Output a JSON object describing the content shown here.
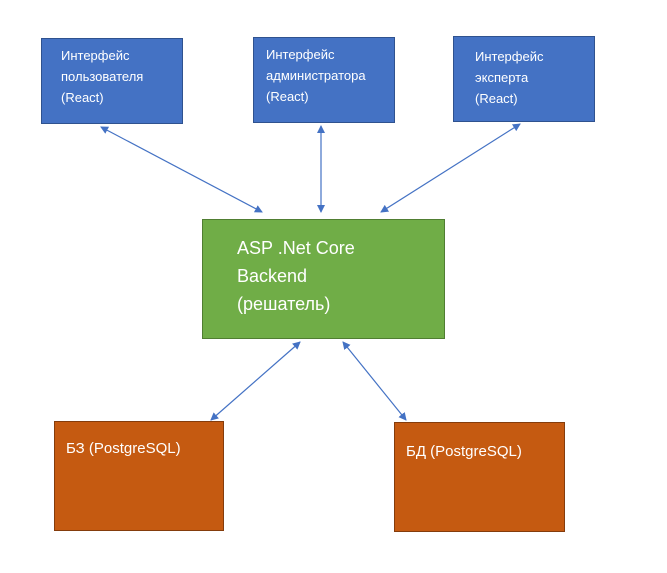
{
  "colors": {
    "interface": "#4472c4",
    "interface_border": "#2f528f",
    "backend": "#70ad47",
    "backend_border": "#507e32",
    "storage": "#c55a11",
    "storage_border": "#843c0c",
    "arrow": "#4472c4",
    "text": "#ffffff"
  },
  "interfaces": [
    {
      "lines": [
        "Интерфейс",
        "пользователя",
        "(React)"
      ]
    },
    {
      "lines": [
        "Интерфейс",
        "администратора",
        "(React)"
      ]
    },
    {
      "lines": [
        "Интерфейс",
        "эксперта",
        "(React)"
      ]
    }
  ],
  "backend": {
    "lines": [
      "ASP .Net Core",
      "Backend",
      "(решатель)"
    ]
  },
  "storages": [
    {
      "label": "БЗ (PostgreSQL)"
    },
    {
      "label": "БД (PostgreSQL)"
    }
  ],
  "connections": [
    {
      "from": "interface-user",
      "to": "backend",
      "direction": "bidirectional"
    },
    {
      "from": "interface-admin",
      "to": "backend",
      "direction": "bidirectional"
    },
    {
      "from": "interface-expert",
      "to": "backend",
      "direction": "bidirectional"
    },
    {
      "from": "backend",
      "to": "knowledge-base",
      "direction": "bidirectional"
    },
    {
      "from": "backend",
      "to": "database",
      "direction": "bidirectional"
    }
  ]
}
